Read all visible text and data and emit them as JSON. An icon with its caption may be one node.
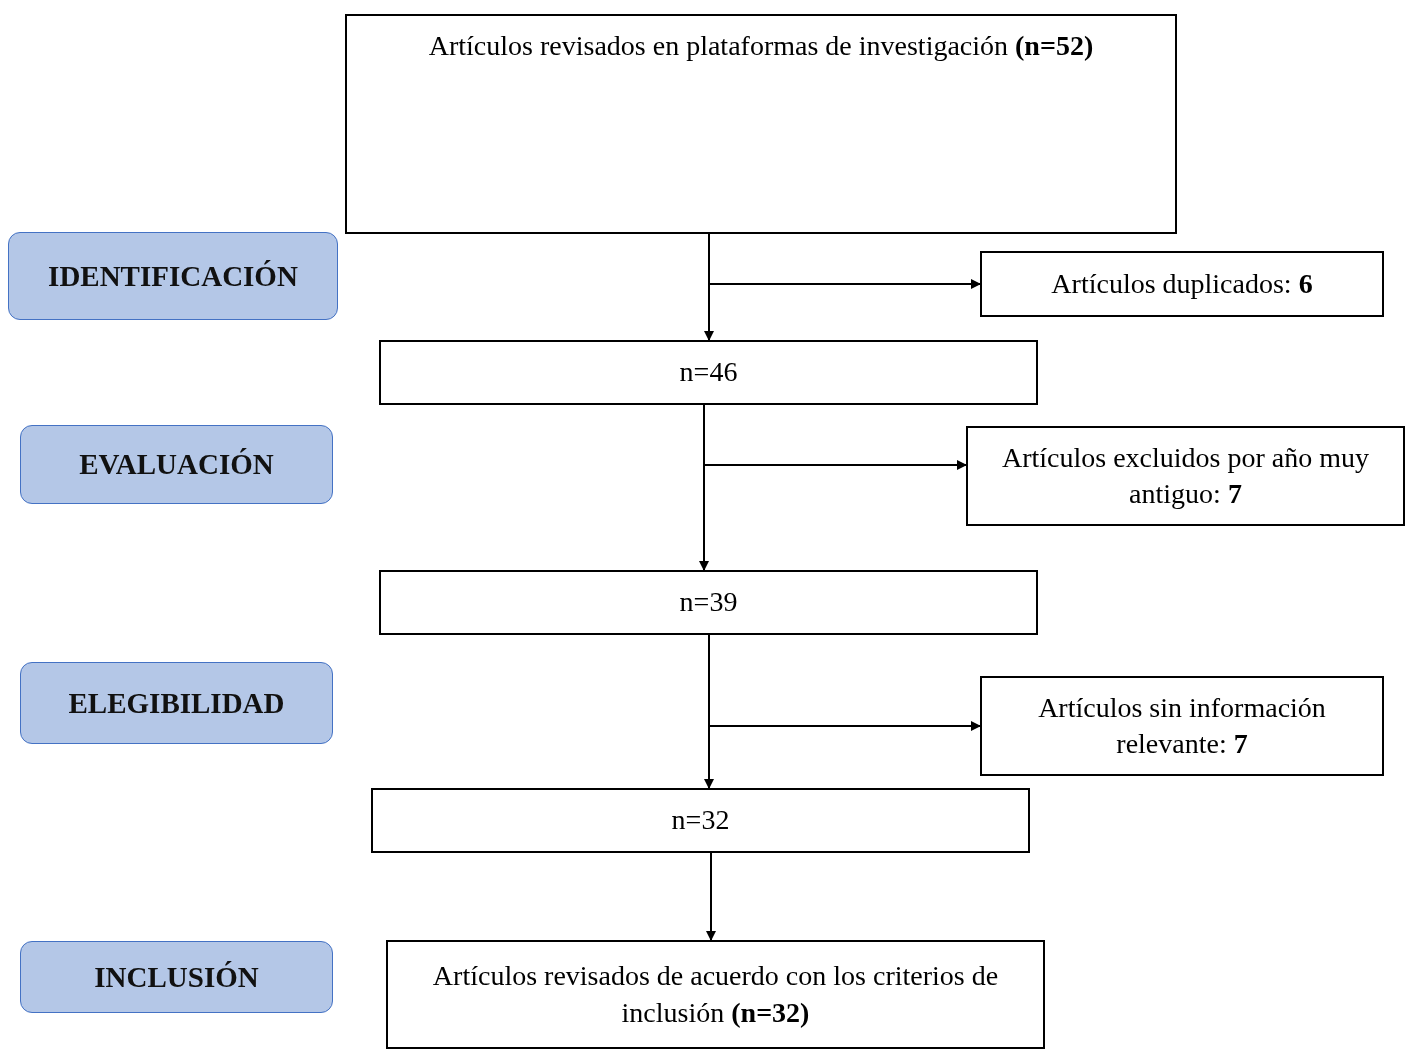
{
  "diagram": {
    "nodes": [
      {
        "text": [
          "Artículos revisados en plataformas de investigación **(n=52)**"
        ]
      },
      {
        "text": [
          "IDENTIFICACIÓN"
        ]
      },
      {
        "text": [
          "Artículos duplicados: **6**"
        ]
      },
      {
        "text": [
          "n=46"
        ]
      },
      {
        "text": [
          "EVALUACIÓN"
        ]
      },
      {
        "text": [
          "Artículos excluidos por año muy antiguo: **7**"
        ]
      },
      {
        "text": [
          "n=39"
        ]
      },
      {
        "text": [
          "ELEGIBILIDAD"
        ]
      },
      {
        "text": [
          "Artículos sin información relevante: **7**"
        ]
      },
      {
        "text": [
          "n=32"
        ]
      },
      {
        "text": [
          "INCLUSIÓN"
        ]
      },
      {
        "text": [
          "Artículos revisados de acuerdo con los criterios de inclusión **(n=32)**"
        ]
      }
    ],
    "edges": [
      {
        "from": 0,
        "to": 3,
        "arrow": "to"
      },
      {
        "from": 0,
        "to": 2,
        "arrow": "to"
      },
      {
        "from": 3,
        "to": 6,
        "arrow": "to"
      },
      {
        "from": 3,
        "to": 5,
        "arrow": "to"
      },
      {
        "from": 6,
        "to": 9,
        "arrow": "to"
      },
      {
        "from": 6,
        "to": 8,
        "arrow": "to"
      },
      {
        "from": 9,
        "to": 11,
        "arrow": "to"
      }
    ]
  }
}
